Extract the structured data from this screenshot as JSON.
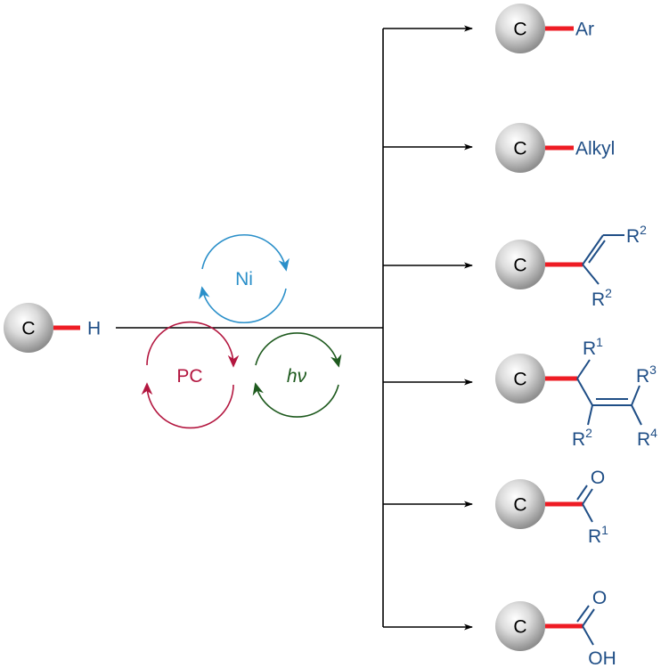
{
  "colors": {
    "bond_red": "#ee1c24",
    "substituent_blue": "#1f4e86",
    "ni_cycle": "#2a8fc9",
    "pc_cycle": "#b3163f",
    "hv_cycle": "#1e5a1e",
    "line": "#000000"
  },
  "start": {
    "atom": "C",
    "substituent": "H"
  },
  "catalysts": {
    "ni": "Ni",
    "pc": "PC",
    "hv": "hν"
  },
  "products": [
    {
      "atom": "C",
      "label": "Ar"
    },
    {
      "atom": "C",
      "label": "Alkyl"
    },
    {
      "atom": "C",
      "r_top": "R",
      "r_top_sup": "2",
      "r_bottom": "R",
      "r_bottom_sup": "2"
    },
    {
      "atom": "C",
      "r1": "R",
      "r1_sup": "1",
      "r2": "R",
      "r2_sup": "2",
      "r3": "R",
      "r3_sup": "3",
      "r4": "R",
      "r4_sup": "4"
    },
    {
      "atom": "C",
      "o": "O",
      "r1": "R",
      "r1_sup": "1"
    },
    {
      "atom": "C",
      "o": "O",
      "oh": "OH"
    }
  ]
}
